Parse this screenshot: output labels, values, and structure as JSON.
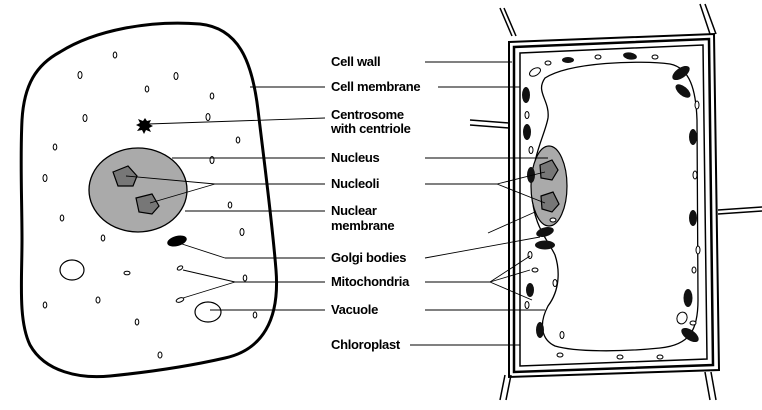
{
  "labels": {
    "cell_wall": "Cell wall",
    "cell_membrane": "Cell membrane",
    "centrosome_line1": "Centrosome",
    "centrosome_line2": "with centriole",
    "nucleus": "Nucleus",
    "nucleoli": "Nucleoli",
    "nuclear_membrane_line1": "Nuclear",
    "nuclear_membrane_line2": "membrane",
    "golgi_bodies": "Golgi bodies",
    "mitochondria": "Mitochondria",
    "vacuole": "Vacuole",
    "chloroplast": "Chloroplast"
  },
  "colors": {
    "ink": "#000000",
    "nucleus_fill": "#aaaaaa",
    "nucleolus_fill": "#777777",
    "cell_fill": "#ffffff",
    "chloroplast_fill": "#111111"
  }
}
